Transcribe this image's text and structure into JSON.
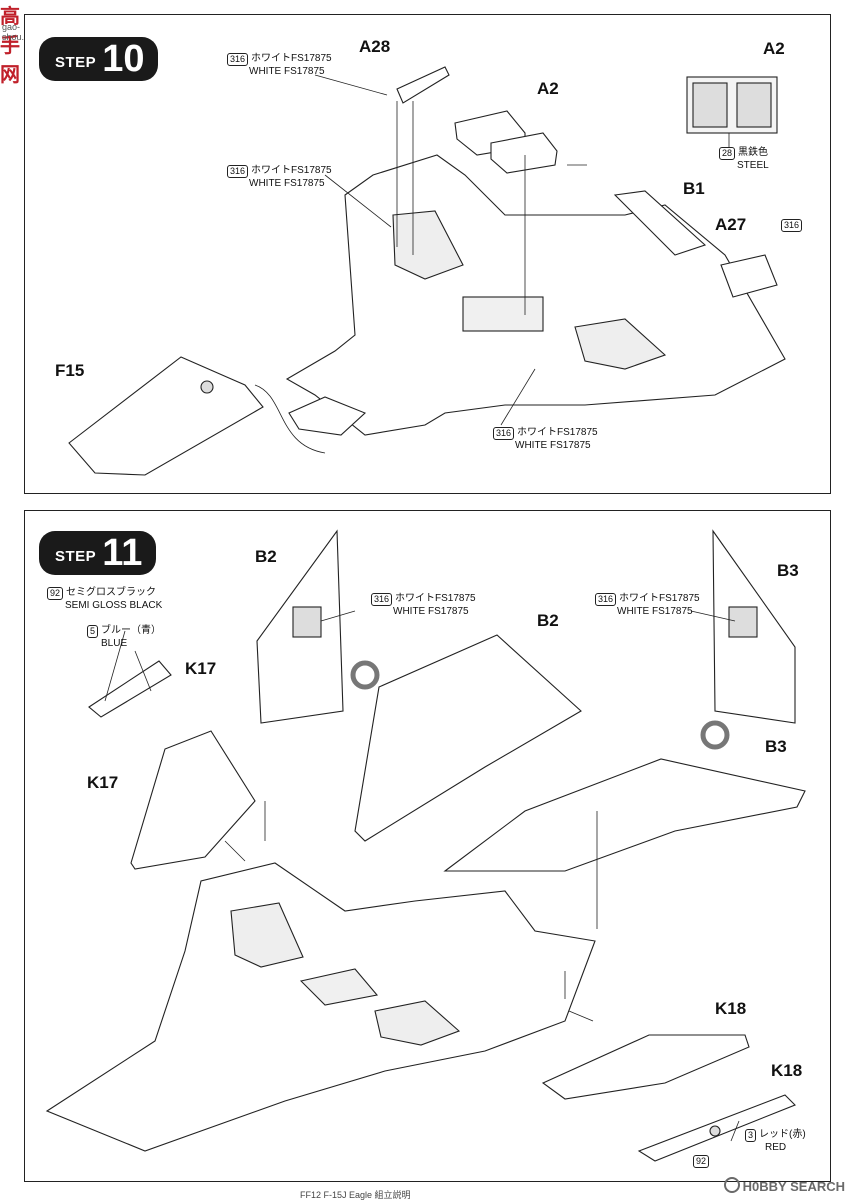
{
  "watermark_top": {
    "text": "高手网",
    "url": "gao-shou.com"
  },
  "watermark_bottom": "H0BBY SEARCH",
  "footer_text": "FF12 F-15J Eagle 組立説明",
  "step10": {
    "word": "STEP",
    "number": "10",
    "labels": {
      "a28": "A28",
      "a2_mid": "A2",
      "a2_right": "A2",
      "b1": "B1",
      "a27": "A27",
      "f15": "F15"
    },
    "notes": [
      {
        "num": "316",
        "jp": "ホワイトFS17875",
        "en": "WHITE FS17875"
      },
      {
        "num": "316",
        "jp": "ホワイトFS17875",
        "en": "WHITE FS17875"
      },
      {
        "num": "28",
        "jp": "黒鉄色",
        "en": "STEEL"
      },
      {
        "num": "316",
        "jp": "",
        "en": ""
      },
      {
        "num": "316",
        "jp": "ホワイトFS17875",
        "en": "WHITE FS17875"
      }
    ]
  },
  "step11": {
    "word": "STEP",
    "number": "11",
    "labels": {
      "b2_top": "B2",
      "b3_top": "B3",
      "b2_wing": "B2",
      "b3_wing": "B3",
      "k17_top": "K17",
      "k17_left": "K17",
      "k18_mid": "K18",
      "k18_right": "K18"
    },
    "notes": [
      {
        "num": "92",
        "jp": "セミグロスブラック",
        "en": "SEMI GLOSS BLACK"
      },
      {
        "num": "5",
        "jp": "ブルー（青）",
        "en": "BLUE"
      },
      {
        "num": "316",
        "jp": "ホワイトFS17875",
        "en": "WHITE FS17875"
      },
      {
        "num": "316",
        "jp": "ホワイトFS17875",
        "en": "WHITE FS17875"
      },
      {
        "num": "3",
        "jp": "レッド(赤)",
        "en": "RED"
      },
      {
        "num": "92",
        "jp": "",
        "en": ""
      }
    ]
  }
}
